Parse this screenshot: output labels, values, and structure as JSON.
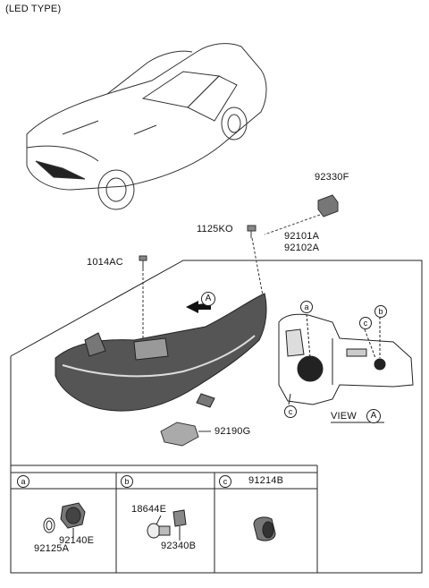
{
  "header": {
    "title": "(LED TYPE)"
  },
  "parts": {
    "p92330F": "92330F",
    "p1125KO": "1125KO",
    "p92101A": "92101A",
    "p92102A": "92102A",
    "p1014AC": "1014AC",
    "p92190G": "92190G"
  },
  "view": {
    "label": "VIEW",
    "ref": "A"
  },
  "callouts": {
    "a": "a",
    "b": "b",
    "c": "c",
    "A": "A"
  },
  "panels": [
    {
      "key": "a",
      "title": "",
      "parts": [
        "92140E",
        "92125A"
      ]
    },
    {
      "key": "b",
      "title": "",
      "parts": [
        "18644E",
        "92340B"
      ]
    },
    {
      "key": "c",
      "title": "91214B",
      "parts": []
    }
  ]
}
